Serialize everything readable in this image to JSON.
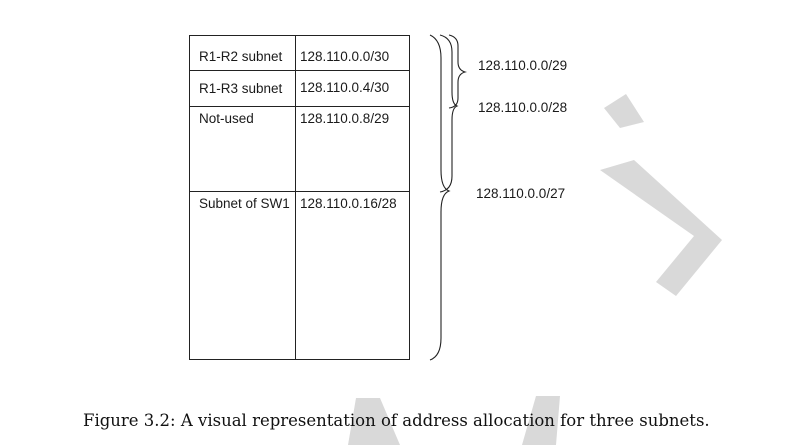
{
  "table": {
    "rows": [
      {
        "name": "R1-R2 subnet",
        "prefix": "128.110.0.0/30"
      },
      {
        "name": "R1-R3 subnet",
        "prefix": "128.110.0.4/30"
      },
      {
        "name": "Not-used",
        "prefix": "128.110.0.8/29"
      },
      {
        "name": "Subnet of SW1",
        "prefix": "128.110.0.16/28"
      }
    ]
  },
  "braces": {
    "b29": "128.110.0.0/29",
    "b28": "128.110.0.0/28",
    "b27": "128.110.0.0/27"
  },
  "caption": "Figure 3.2: A visual representation of address allocation for three subnets.",
  "watermark_color": "#d9d9d9"
}
